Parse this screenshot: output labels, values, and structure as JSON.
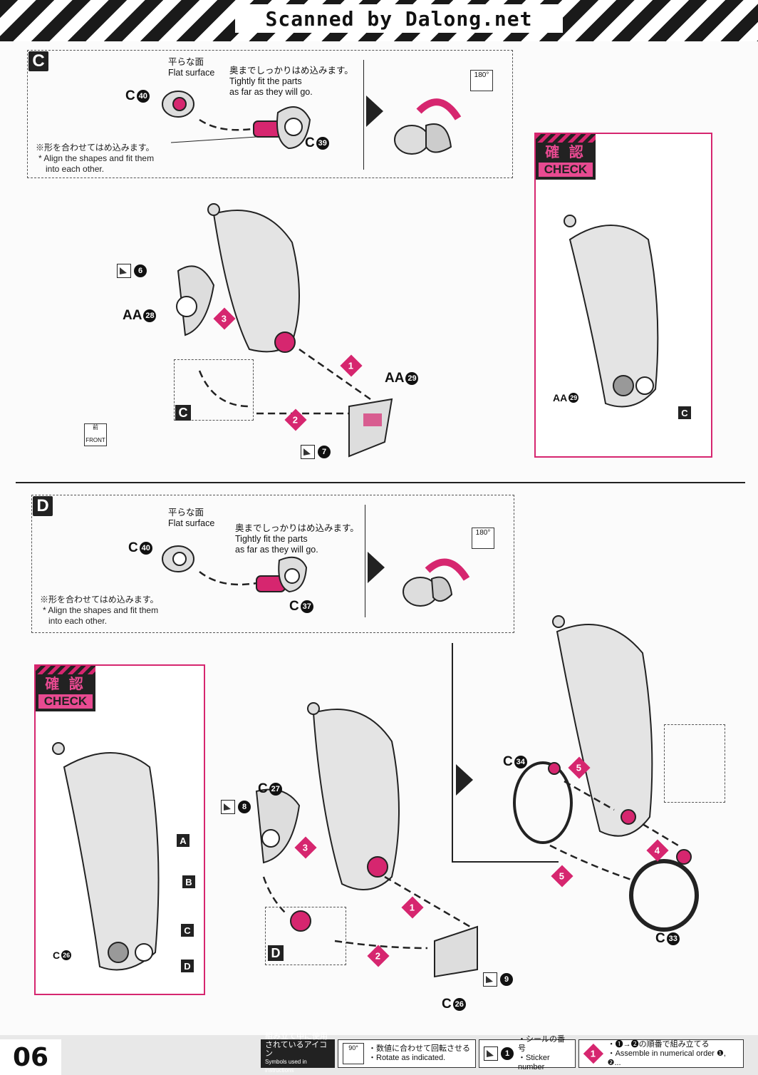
{
  "watermark": "Scanned by Dalong.net",
  "section_c": {
    "letter": "C",
    "flat_jp": "平らな面",
    "flat_en": "Flat surface",
    "fit_jp": "奥までしっかりはめ込みます。",
    "fit_en1": "Tightly fit the parts",
    "fit_en2": "as far as they will go.",
    "align_jp": "※形を合わせてはめ込みます。",
    "align_en1": "* Align the shapes and fit them",
    "align_en2": "into each other.",
    "part_a": {
      "runner": "C",
      "num": "40"
    },
    "part_b": {
      "runner": "C",
      "num": "39"
    },
    "rotate": "180°"
  },
  "assembly_1": {
    "sticker": "6",
    "part_aa28": {
      "runner": "AA",
      "num": "28"
    },
    "part_aa29": {
      "runner": "AA",
      "num": "29"
    },
    "sub_c": "C",
    "sticker2": "7",
    "steps": [
      "1",
      "2",
      "3"
    ],
    "front_jp": "前",
    "front_en": "FRONT"
  },
  "check_1": {
    "jp": "確 認",
    "en": "CHECK",
    "label_aa": {
      "runner": "AA",
      "num": "29"
    },
    "tag_c": "C"
  },
  "section_d": {
    "letter": "D",
    "flat_jp": "平らな面",
    "flat_en": "Flat surface",
    "fit_jp": "奥までしっかりはめ込みます。",
    "fit_en1": "Tightly fit the parts",
    "fit_en2": "as far as they will go.",
    "align_jp": "※形を合わせてはめ込みます。",
    "align_en1": "* Align the shapes and fit them",
    "align_en2": "into each other.",
    "part_a": {
      "runner": "C",
      "num": "40"
    },
    "part_b": {
      "runner": "C",
      "num": "37"
    },
    "rotate": "180°"
  },
  "check_2": {
    "jp": "確 認",
    "en": "CHECK",
    "tags": [
      "A",
      "B",
      "C",
      "D"
    ],
    "label_c": {
      "runner": "C",
      "num": "26"
    }
  },
  "assembly_2": {
    "sticker": "8",
    "part_c27": {
      "runner": "C",
      "num": "27"
    },
    "sub_d": "D",
    "sticker2": "9",
    "part_c26": {
      "runner": "C",
      "num": "26"
    },
    "steps": [
      "1",
      "2",
      "3"
    ]
  },
  "assembly_3": {
    "part_c34": {
      "runner": "C",
      "num": "34"
    },
    "part_c33": {
      "runner": "C",
      "num": "33"
    },
    "steps": [
      "4",
      "5",
      "5"
    ]
  },
  "footer": {
    "page": "06",
    "title_jp1": "組み立て中に使用",
    "title_jp2": "されているアイコン",
    "title_en": "Symbols used in instructions",
    "rotate_icon": "90°",
    "rotate_jp": "・数値に合わせて回転させる",
    "rotate_en": "・Rotate as indicated.",
    "sticker_num": "1",
    "sticker_jp": "・シールの番号",
    "sticker_en": "・Sticker number",
    "order_num": "1",
    "order_jp": "・❶→❷の順番で組み立てる",
    "order_en": "・Assemble in numerical order ❶, ❷..."
  }
}
